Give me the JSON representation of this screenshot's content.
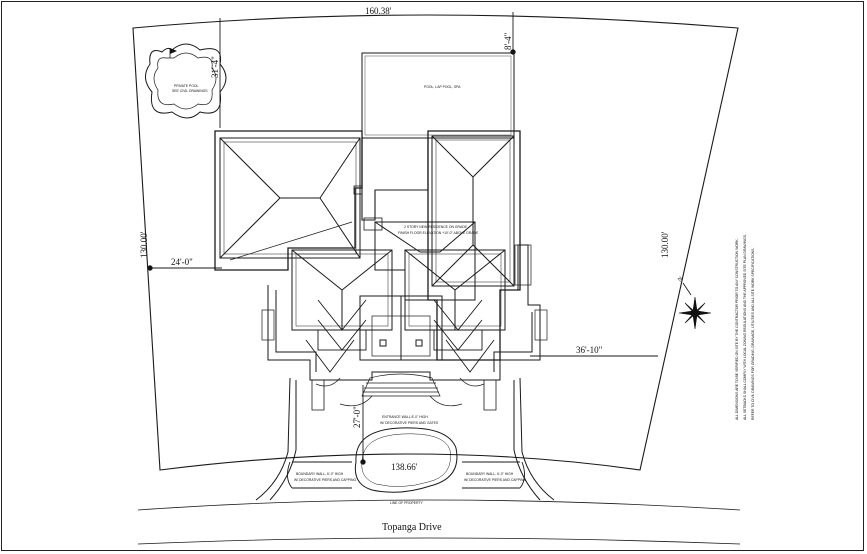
{
  "dimensions": {
    "top": "160.38'",
    "left_side": "130.00'",
    "right_side": "130.00'",
    "bottom": "138.66'",
    "side_setback": "24'-0\"",
    "front_setback_right": "36'-10\"",
    "top_offset": "8'-4\"",
    "pool_offset": "31'-4\"",
    "front_setback": "27'-0\""
  },
  "street_name": "Topanga Drive",
  "notes": {
    "pool": [
      "PRIVATE POOL",
      "SEE CIVIL DRAWINGS"
    ],
    "lap_pool": [
      "POOL, LAP POOL, SPA"
    ],
    "house": [
      "2 STORY NEW RESIDENCE ON GRADE",
      "FINISH FLOOR ELEVATION +10'-0\" ABOVE GRADE"
    ],
    "entry_wall": [
      "ENTRANCE WALL 8'-0\" HIGH",
      "W/ DECORATIVE PIERS AND GATES"
    ],
    "boundary_left": [
      "BOUNDARY WALL, 6'-0\" HIGH",
      "W/ DECORATIVE PIERS AND CAPPING"
    ],
    "boundary_right": [
      "BOUNDARY WALL, 6'-0\" HIGH",
      "W/ DECORATIVE PIERS AND CAPPING"
    ],
    "property_line": "LINE OF PROPERTY"
  },
  "side_notes": [
    "ALL DIMENSIONS ARE TO BE VERIFIED ON SITE BY THE CONTRACTOR PRIOR TO ANY CONSTRUCTION WORK.",
    "ALL SETBACKS SHALL COMPLY WITH LOCAL ZONING REGULATIONS AND THE APPROVED SITE PLAN DRAWINGS.",
    "REFER TO CIVIL DRAWINGS FOR GRADING, DRAINAGE, UTILITIES AND ALL SITE WORK SPECIFICATIONS."
  ],
  "north_label": "N"
}
